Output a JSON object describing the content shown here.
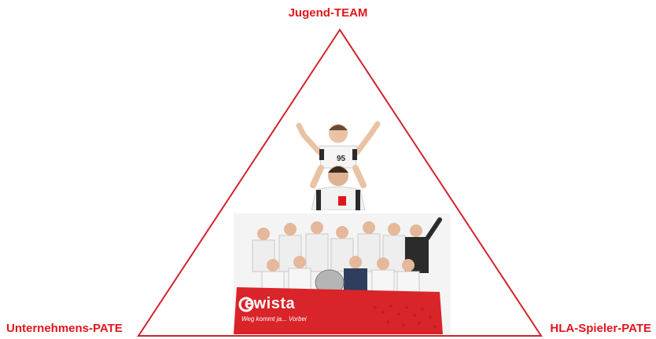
{
  "diagram": {
    "top_label": "Jugend-TEAM",
    "left_label": "Unternehmens-PATE",
    "right_label": "HLA-Spieler-PATE",
    "accent_color": "#e0161b",
    "line_color": "#d2232a"
  },
  "photos": {
    "top": {
      "kind": "two-players-on-shoulders"
    },
    "bottom": {
      "kind": "team-photo-with-banner",
      "banner_brand": "ewista",
      "banner_slogan": "Weg kommt ja... Vorbei"
    }
  }
}
